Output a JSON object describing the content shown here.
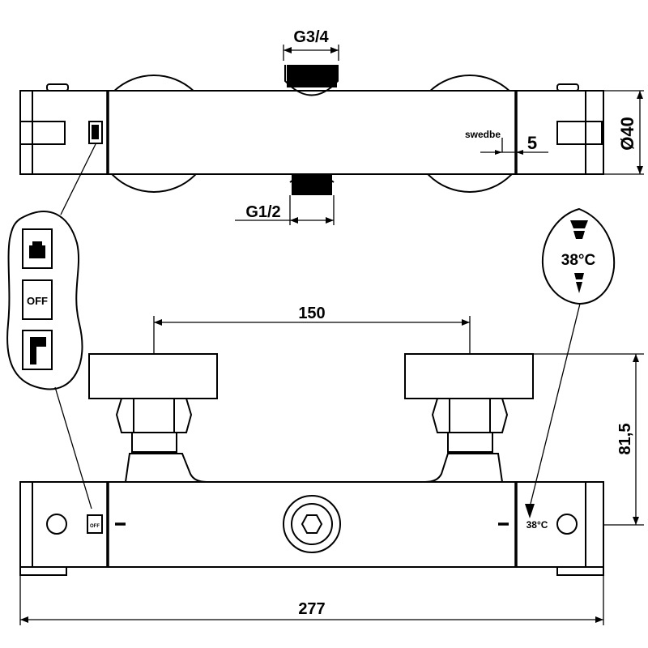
{
  "drawing": {
    "top_view": {
      "outlet_thread_label": "G3/4",
      "inlet_thread_label": "G1/2",
      "diameter_label": "Ø40",
      "offset_label": "5",
      "brand_mark": "swedbe"
    },
    "front_view": {
      "centre_distance_label": "150",
      "height_label": "81,5",
      "overall_length_label": "277",
      "body_off_label": "OFF",
      "body_temp_label": "38°C"
    },
    "callout_left": {
      "buttons": [
        "shower-head",
        "OFF",
        "hand-shower"
      ],
      "off_label": "OFF"
    },
    "callout_right": {
      "temp_label": "38°C"
    }
  }
}
